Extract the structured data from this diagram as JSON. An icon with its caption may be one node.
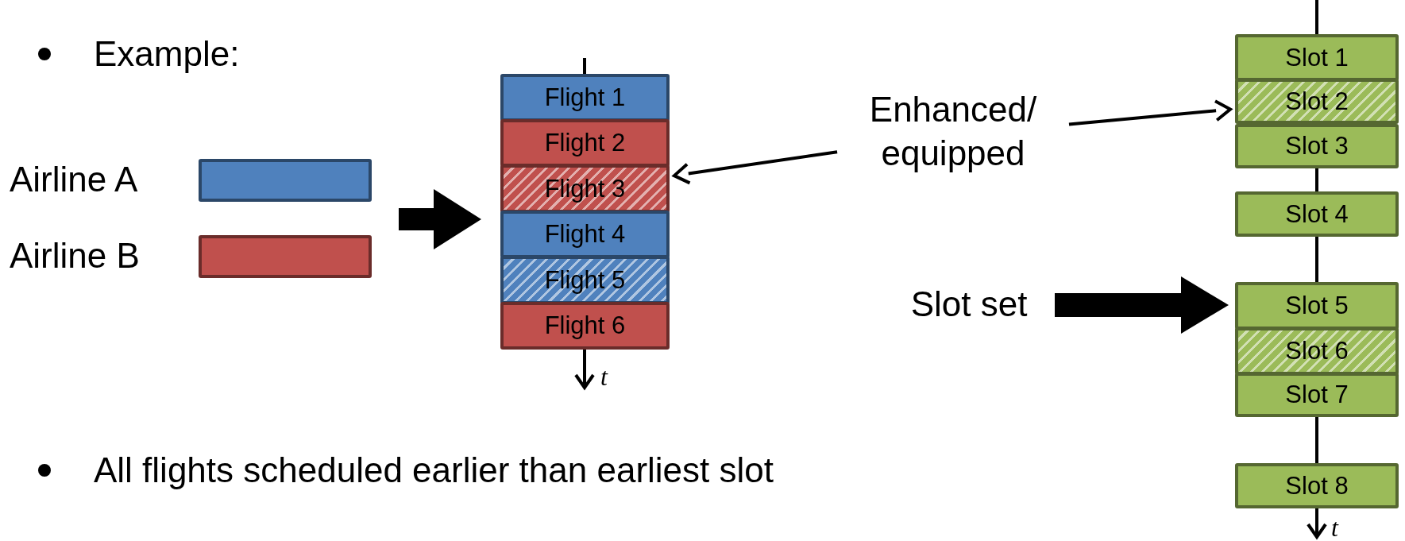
{
  "diagram": {
    "nodes": [
      {
        "text": [
          "Flight 1"
        ]
      },
      {
        "text": [
          "Flight 2"
        ]
      },
      {
        "text": [
          "Flight 3"
        ]
      },
      {
        "text": [
          "Flight 4"
        ]
      },
      {
        "text": [
          "Flight 5"
        ]
      },
      {
        "text": [
          "Flight 6"
        ]
      },
      {
        "text": [
          "Slot 1"
        ]
      },
      {
        "text": [
          "Slot 2"
        ]
      },
      {
        "text": [
          "Slot 3"
        ]
      },
      {
        "text": [
          "Slot 4"
        ]
      },
      {
        "text": [
          "Slot 5"
        ]
      },
      {
        "text": [
          "Slot 6"
        ]
      },
      {
        "text": [
          "Slot 7"
        ]
      },
      {
        "text": [
          "Slot 8"
        ]
      },
      {
        "text": [
          "Enhanced/ equipped"
        ]
      },
      {
        "text": [
          "Slot set"
        ]
      }
    ],
    "edges": [
      {
        "from": 14,
        "to": 2,
        "arrow": "to"
      },
      {
        "from": 14,
        "to": 7,
        "arrow": "to"
      },
      {
        "from": 15,
        "to": 10,
        "arrow": "to",
        "style": "thick"
      }
    ],
    "labels": [
      "Example:",
      "t",
      "t",
      "All flights scheduled earlier than earliest slot"
    ],
    "legend": [
      {
        "text": "Airline A",
        "color": "#4f81bd"
      },
      {
        "text": "Airline B",
        "color": "#c0504d"
      }
    ]
  }
}
